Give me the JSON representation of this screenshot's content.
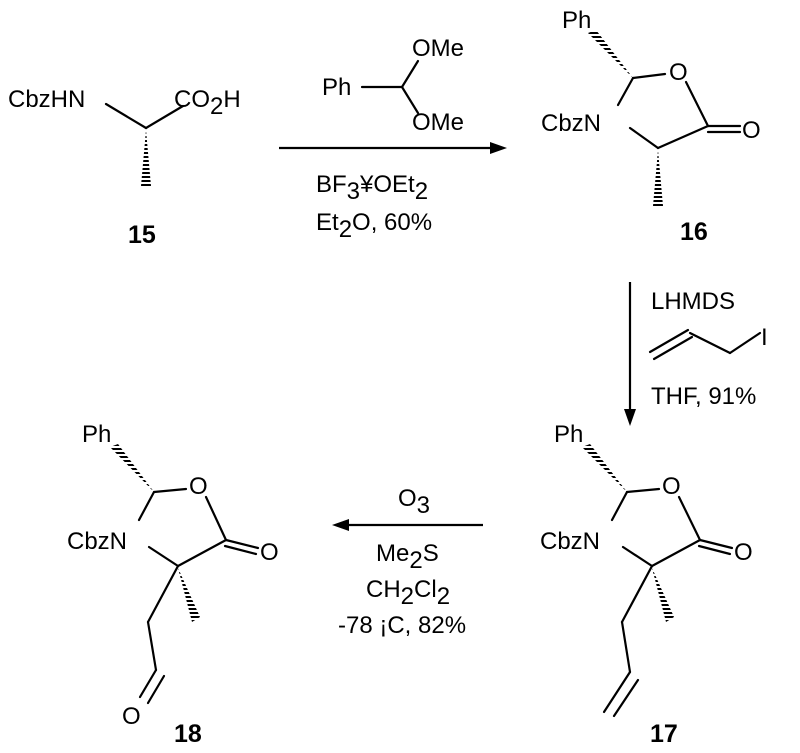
{
  "compounds": {
    "c15": {
      "number": "15",
      "nitrogen_group": "CbzHN",
      "acid_group": "CO",
      "acid_sub": "2",
      "acid_end": "H"
    },
    "c16": {
      "number": "16",
      "phenyl": "Ph",
      "ring_oxygen": "O",
      "nitrogen_group": "CbzN",
      "carbonyl_oxygen": "O"
    },
    "c17": {
      "number": "17",
      "phenyl": "Ph",
      "ring_oxygen": "O",
      "nitrogen_group": "CbzN",
      "carbonyl_oxygen": "O"
    },
    "c18": {
      "number": "18",
      "phenyl": "Ph",
      "ring_oxygen": "O",
      "nitrogen_group": "CbzN",
      "carbonyl_oxygen": "O",
      "aldehyde_oxygen": "O"
    }
  },
  "steps": {
    "step1": {
      "reagent_phenyl": "Ph",
      "reagent_ome_1": "OMe",
      "reagent_ome_2": "OMe",
      "bf3_main": "BF",
      "bf3_sub": "3",
      "bf3_mid": "¥OEt",
      "bf3_sub2": "2",
      "solvent_main": "Et",
      "solvent_sub": "2",
      "solvent_rest": "O, 60%"
    },
    "step2": {
      "base": "LHMDS",
      "iodide": "I",
      "conditions": "THF, 91%"
    },
    "step3": {
      "ozone_main": "O",
      "ozone_sub": "3",
      "me2s_main": "Me",
      "me2s_sub": "2",
      "me2s_end": "S",
      "solvent_a": "CH",
      "solvent_sub1": "2",
      "solvent_b": "Cl",
      "solvent_sub2": "2",
      "conditions": "-78 ¡C, 82%"
    }
  }
}
